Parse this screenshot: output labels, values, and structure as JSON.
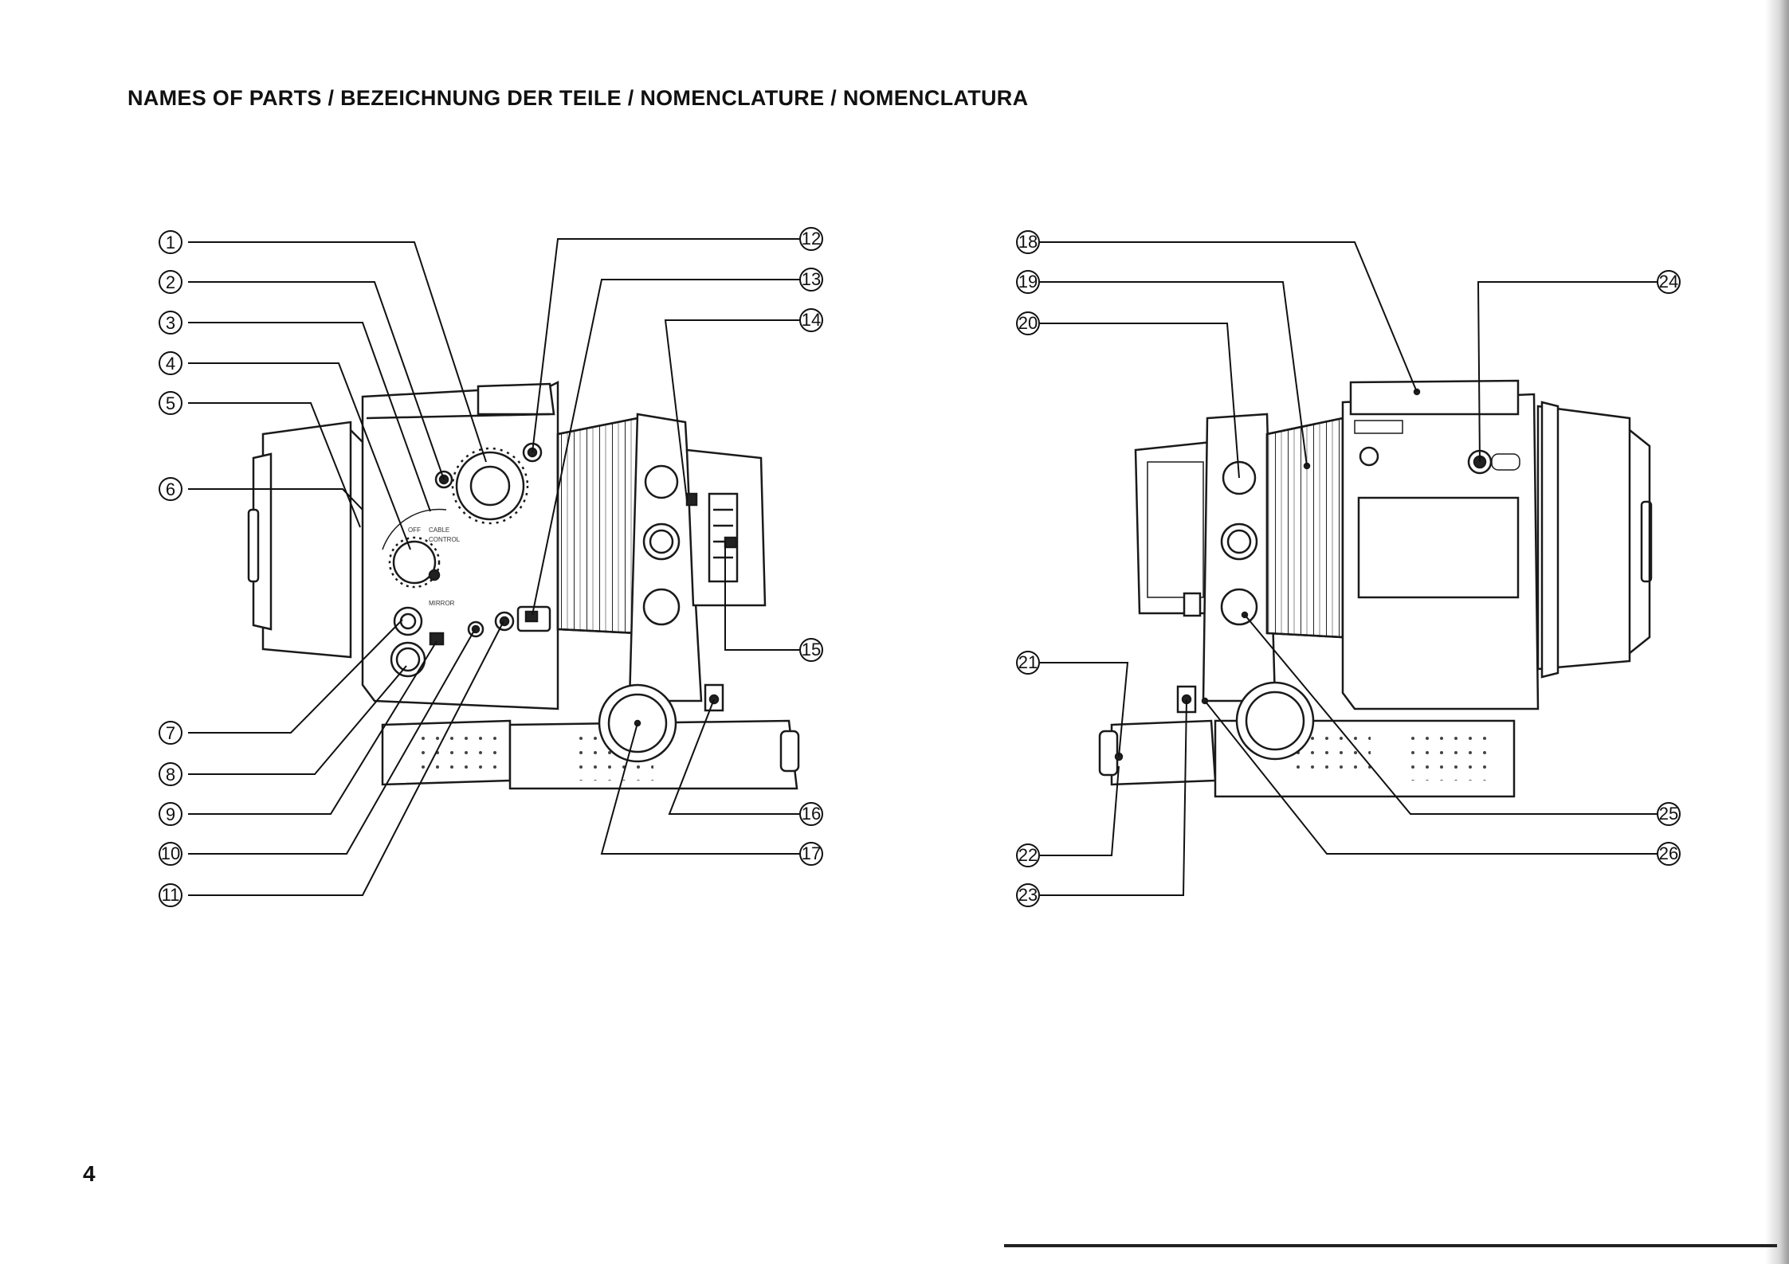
{
  "page": {
    "title": "NAMES OF PARTS / BEZEICHNUNG DER TEILE / NOMENCLATURE / NOMENCLATURA",
    "page_number": "4"
  },
  "callouts_left": [
    "1",
    "2",
    "3",
    "4",
    "5",
    "6",
    "7",
    "8",
    "9",
    "10",
    "11",
    "12",
    "13",
    "14",
    "15",
    "16",
    "17"
  ],
  "callouts_right": [
    "18",
    "19",
    "20",
    "21",
    "22",
    "23",
    "24",
    "25",
    "26"
  ],
  "camera_labels": {
    "off": "OFF",
    "mirror": "MIRROR",
    "cable": "CABLE",
    "control": "CONTROL"
  }
}
